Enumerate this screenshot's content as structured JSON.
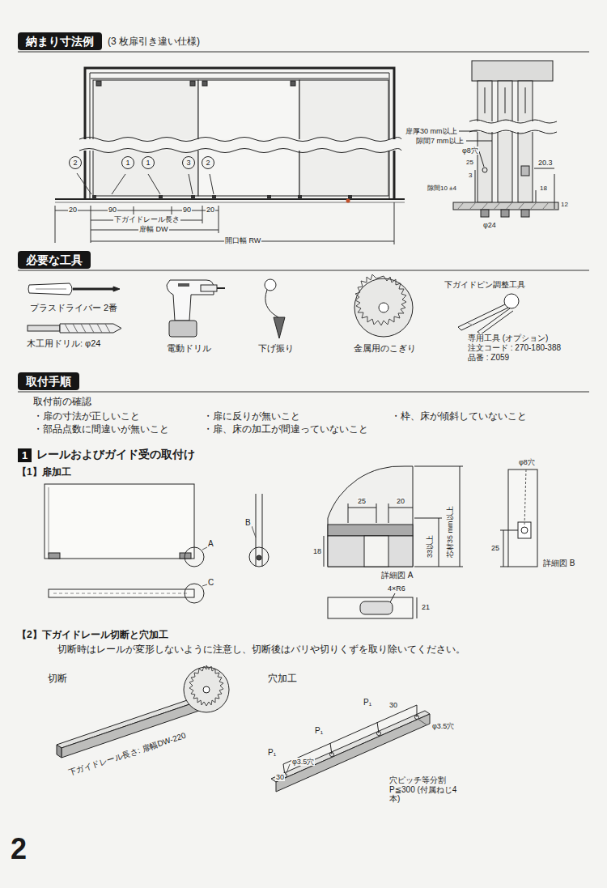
{
  "diagram": {
    "nodes": [
      {
        "text": [
          "納まり寸法例"
        ]
      },
      {
        "text": [
          "必要な工具"
        ]
      },
      {
        "text": [
          "取付手順"
        ]
      },
      {
        "text": [
          "1",
          "レールおよびガイド受の取付け"
        ]
      },
      {
        "text": [
          "2"
        ]
      },
      {
        "text": [
          "1"
        ]
      },
      {
        "text": [
          "1"
        ]
      },
      {
        "text": [
          "3"
        ]
      },
      {
        "text": [
          "2"
        ]
      }
    ],
    "labels": [
      "(3 枚扉引き違い仕様)",
      "20",
      "90",
      "90",
      "20",
      "下ガイドレール長さ",
      "扉幅 DW",
      "開口幅 RW",
      "扉厚30 mm以上",
      "隙間7 mm以上",
      "φ8穴",
      "25",
      "隙間10 ±4",
      "3",
      "18",
      "20.3",
      "12",
      "φ24",
      "プラスドライバー 2番",
      "木工用ドリル: φ24",
      "電動ドリル",
      "下げ振り",
      "金属用のこぎり",
      "下ガイドピン調整工具",
      "専用工具 (オプション)",
      "注文コード : 270-180-388",
      "品番 : Z059",
      "取付前の確認",
      "・扉の寸法が正しいこと",
      "・扉に反りが無いこと",
      "・枠、床が傾斜していないこと",
      "・部品点数に間違いが無いこと",
      "・扉、床の加工が間違っていないこと",
      "【1】扉加工",
      "A",
      "B",
      "C",
      "25",
      "20",
      "33以上",
      "芯材35 mm以上",
      "18",
      "詳細図 A",
      "4×R6",
      "21",
      "φ8穴",
      "25",
      "詳細図 B",
      "【2】下ガイドレール切断と穴加工",
      "切断時はレールが変形しないように注意し、切断後はバリや切りくずを取り除いてください。",
      "切断",
      "下ガイドレール長さ: 扉幅DW-220",
      "穴加工",
      "P₁",
      "P₁",
      "P₁",
      "30",
      "30",
      "φ3.5穴",
      "φ3.5穴",
      "穴ピッチ等分割 P≦300 (付属ねじ4本)",
      "2"
    ]
  }
}
